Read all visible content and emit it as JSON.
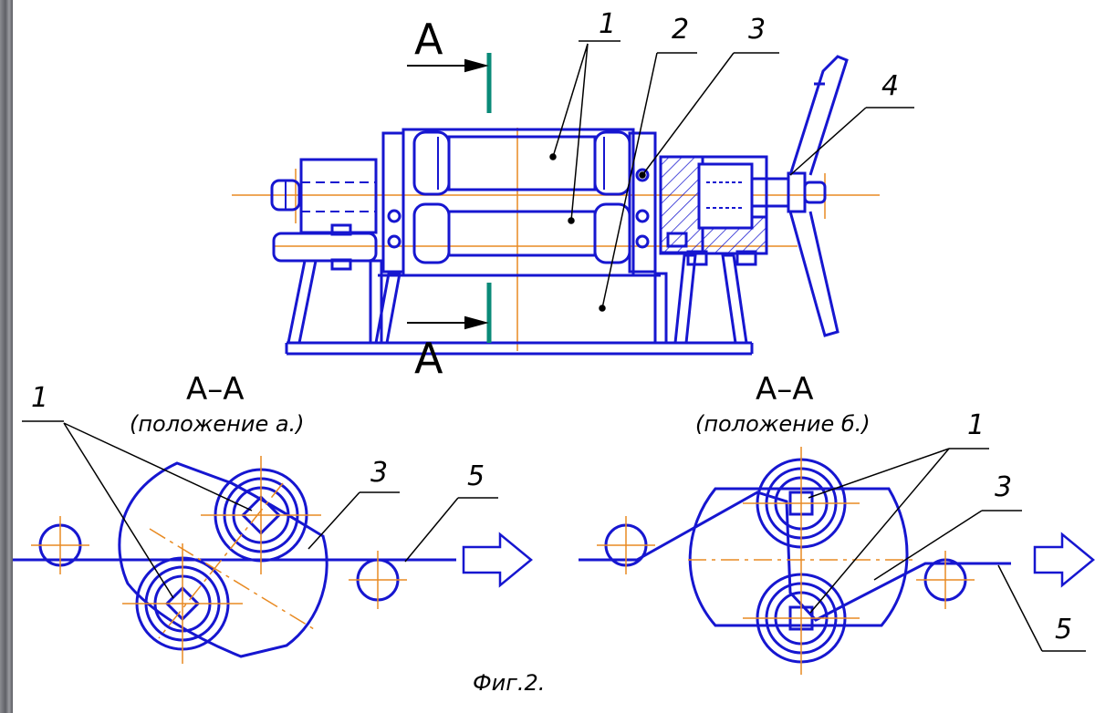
{
  "section_marks": {
    "top": "A",
    "bottom": "A"
  },
  "callouts": {
    "main": [
      "1",
      "2",
      "3",
      "4"
    ],
    "left_section": [
      "1",
      "3",
      "5"
    ],
    "right_section": [
      "1",
      "3",
      "5"
    ]
  },
  "views": {
    "left": {
      "title": "A–A",
      "subtitle": "(положение а.)"
    },
    "right": {
      "title": "A–A",
      "subtitle": "(положение б.)"
    }
  },
  "figure_caption": "Фиг.2.",
  "colors": {
    "outline": "#1616d0",
    "axis": "#e88a22",
    "section_line": "#0a8a78",
    "hatch": "#1616d0",
    "text": "#000000"
  }
}
